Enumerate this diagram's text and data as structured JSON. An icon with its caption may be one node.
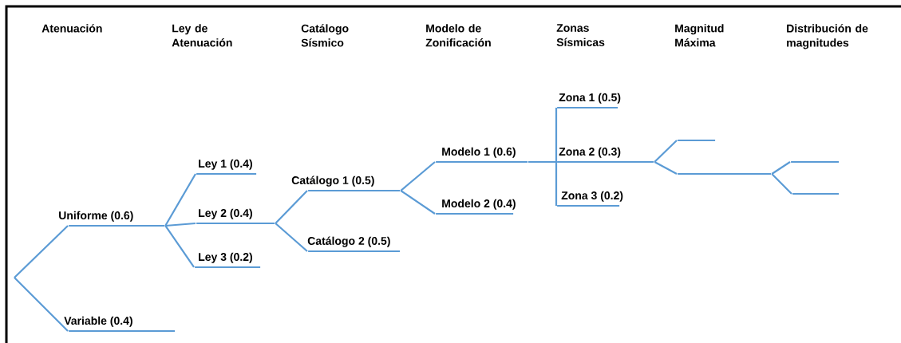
{
  "diagram": {
    "nodes": [
      {
        "text": [
          "Uniforme (0.6)"
        ]
      },
      {
        "text": [
          "Variable (0.4)"
        ]
      },
      {
        "text": [
          "Ley 1 (0.4)"
        ]
      },
      {
        "text": [
          "Ley 2 (0.4)"
        ]
      },
      {
        "text": [
          "Ley 3 (0.2)"
        ]
      },
      {
        "text": [
          "Catálogo 1 (0.5)"
        ]
      },
      {
        "text": [
          "Catálogo 2 (0.5)"
        ]
      },
      {
        "text": [
          "Modelo 1 (0.6)"
        ]
      },
      {
        "text": [
          "Modelo 2 (0.4)"
        ]
      },
      {
        "text": [
          "Zona 1 (0.5)"
        ]
      },
      {
        "text": [
          "Zona 2 (0.3)"
        ]
      },
      {
        "text": [
          "Zona 3 (0.2)"
        ]
      },
      {
        "text": [],
        "shape": "line"
      },
      {
        "text": [],
        "shape": "line"
      },
      {
        "text": [],
        "shape": "line"
      },
      {
        "text": [],
        "shape": "line"
      }
    ],
    "edges": [
      {
        "from": null,
        "to": 0,
        "arrow": "none"
      },
      {
        "from": null,
        "to": 1,
        "arrow": "none"
      },
      {
        "from": 0,
        "to": 2,
        "arrow": "none"
      },
      {
        "from": 0,
        "to": 3,
        "arrow": "none"
      },
      {
        "from": 0,
        "to": 4,
        "arrow": "none"
      },
      {
        "from": 3,
        "to": 5,
        "arrow": "none"
      },
      {
        "from": 3,
        "to": 6,
        "arrow": "none"
      },
      {
        "from": 5,
        "to": 7,
        "arrow": "none"
      },
      {
        "from": 5,
        "to": 8,
        "arrow": "none"
      },
      {
        "from": 7,
        "to": 9,
        "arrow": "none"
      },
      {
        "from": 7,
        "to": 10,
        "arrow": "none"
      },
      {
        "from": 7,
        "to": 11,
        "arrow": "none"
      },
      {
        "from": 10,
        "to": 12,
        "arrow": "none"
      },
      {
        "from": 10,
        "to": 13,
        "arrow": "none"
      },
      {
        "from": 13,
        "to": 14,
        "arrow": "none"
      },
      {
        "from": 13,
        "to": 15,
        "arrow": "none"
      }
    ],
    "labels": [
      "Atenuación",
      "Ley de Atenuación",
      "Catálogo Sísmico",
      "Modelo de Zonificación",
      "Zonas Sísmicas",
      "Magnitud Máxima",
      "Distribución de magnitudes"
    ]
  }
}
